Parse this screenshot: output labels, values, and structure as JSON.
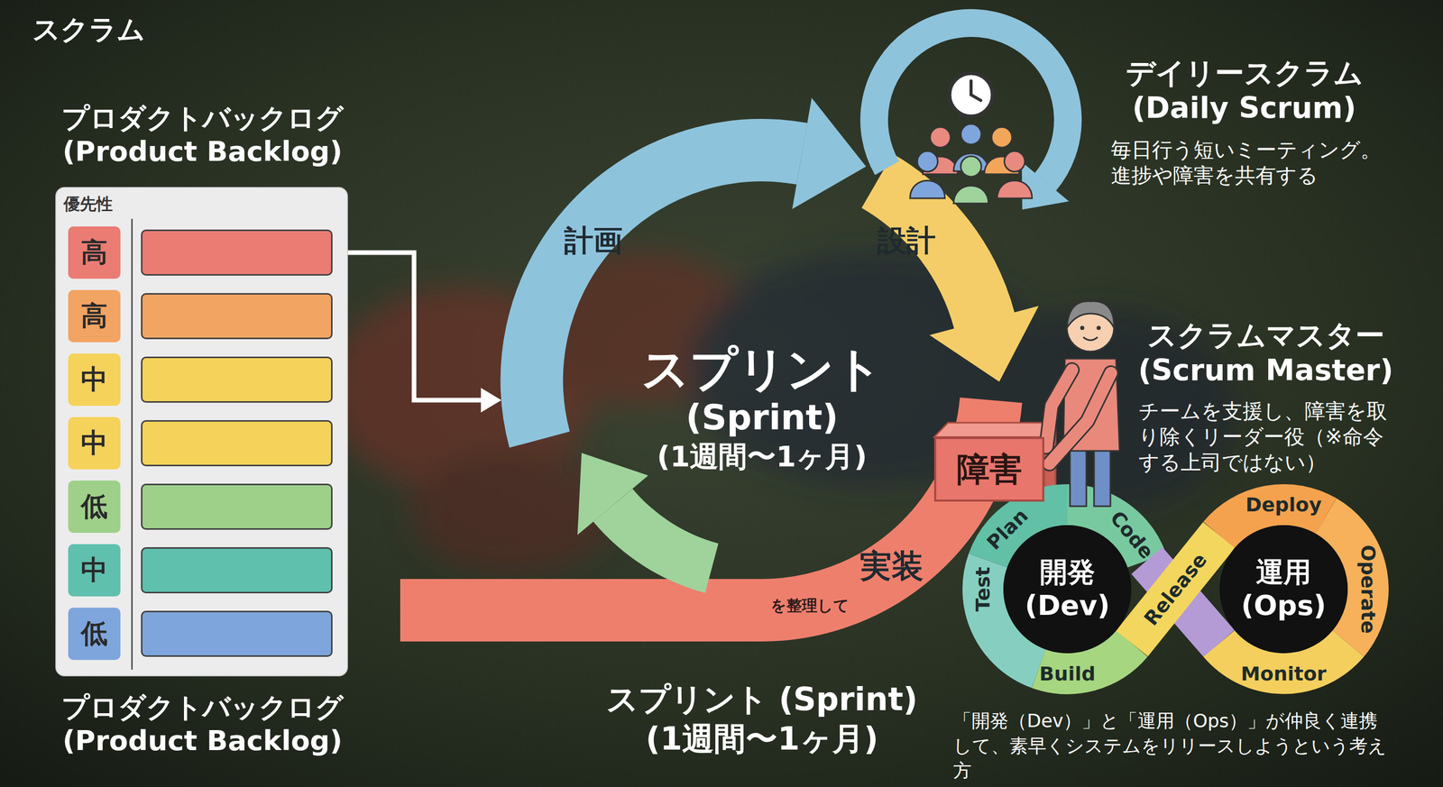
{
  "diagram": {
    "title": "スクラム",
    "nodes": [
      {
        "text": [
          "プロダクトバックログ (Product Backlog)",
          "優先性",
          "プロダクトバックログ (Product Backlog)"
        ]
      },
      {
        "text": [
          "高"
        ],
        "in": 0
      },
      {
        "text": [
          "高"
        ],
        "in": 0
      },
      {
        "text": [
          "中"
        ],
        "in": 0
      },
      {
        "text": [
          "中"
        ],
        "in": 0
      },
      {
        "text": [
          "低"
        ],
        "in": 0
      },
      {
        "text": [
          "中"
        ],
        "in": 0
      },
      {
        "text": [
          "低"
        ],
        "in": 0
      },
      {
        "text": [
          "スプリント",
          "(Sprint)",
          "(1週間〜1ヶ月)"
        ]
      },
      {
        "text": [
          "デイリースクラム (Daily Scrum)",
          "毎日行う短いミーティング。進捗や障害を共有する"
        ]
      },
      {
        "text": [
          "スクラムマスター (Scrum Master)",
          "チームを支援し、障害を取り除くリーダー役（※命令する上司ではない）"
        ]
      },
      {
        "text": [
          "障害"
        ]
      },
      {
        "text": [
          "開発 (Dev)"
        ]
      },
      {
        "text": [
          "運用 (Ops)"
        ]
      }
    ],
    "edges": [
      {
        "from": 1,
        "to": 8,
        "arrow": "to"
      }
    ],
    "labels": [
      "計画",
      "設計",
      "実装",
      "を整理して",
      "スプリント (Sprint)",
      "(1週間〜1ヶ月)",
      "Plan",
      "Code",
      "Test",
      "Build",
      "Release",
      "Deploy",
      "Operate",
      "Monitor",
      "「開発（Dev）」と「運用（Ops）」が仲良く連携して、素早くシステムをリリースしようという考え方"
    ]
  }
}
